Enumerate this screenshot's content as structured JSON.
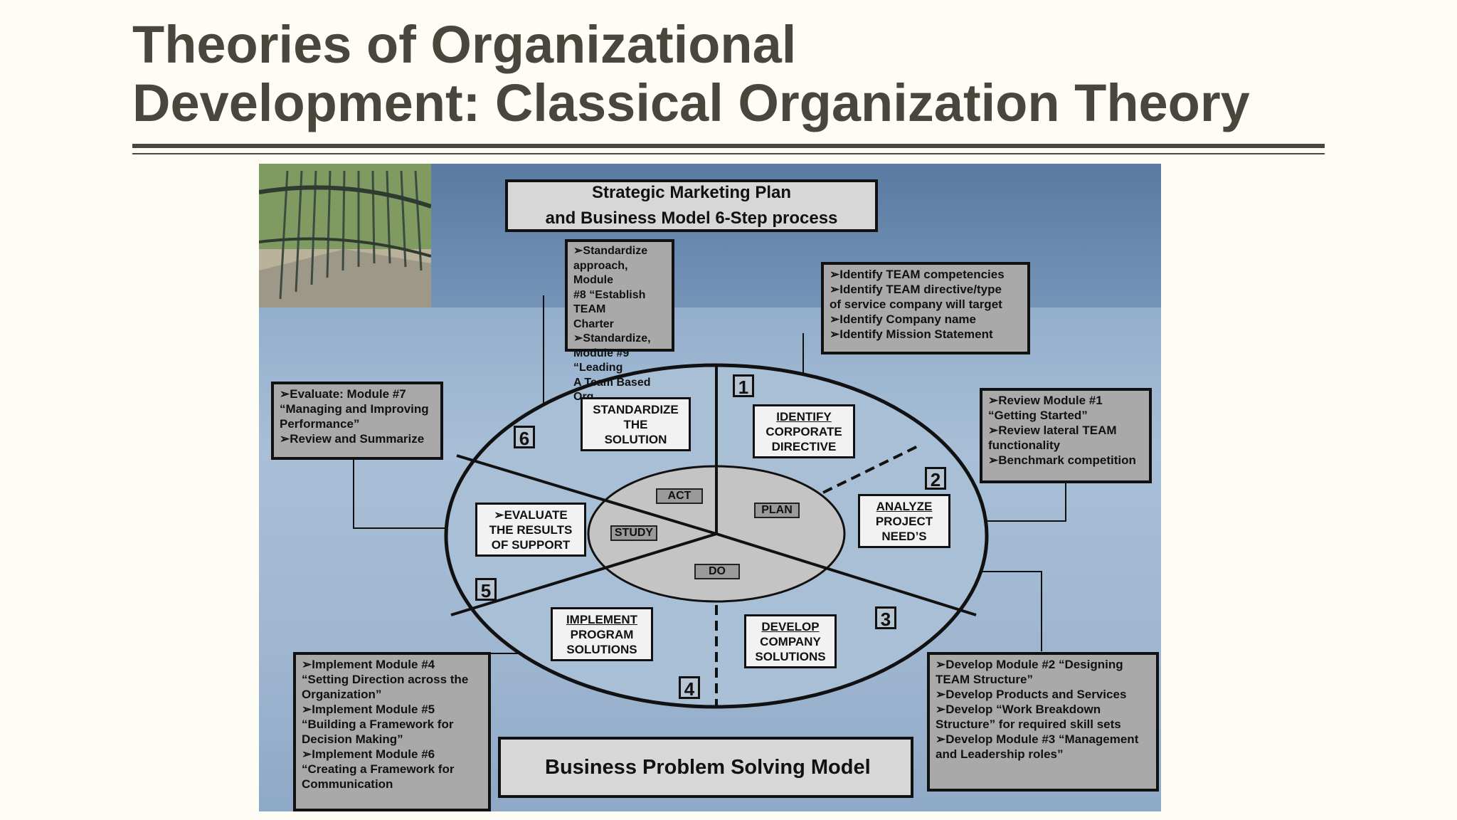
{
  "title": {
    "line1": "Theories of Organizational",
    "line2": "Development: Classical Organization Theory"
  },
  "diagram": {
    "header_line1": "Strategic Marketing Plan",
    "header_line2": "and Business Model 6-Step process",
    "footer": "Business Problem Solving Model",
    "cycle": {
      "act": "ACT",
      "plan": "PLAN",
      "study": "STUDY",
      "do": "DO"
    },
    "numbers": [
      "1",
      "2",
      "3",
      "4",
      "5",
      "6"
    ],
    "steps": {
      "identify": {
        "l1": "IDENTIFY",
        "l2": "CORPORATE",
        "l3": "DIRECTIVE"
      },
      "analyze": {
        "l1": "ANALYZE",
        "l2": "PROJECT",
        "l3": "NEED’S"
      },
      "develop": {
        "l1": "DEVELOP",
        "l2": "COMPANY",
        "l3": "SOLUTIONS"
      },
      "implement": {
        "l1": "IMPLEMENT",
        "l2": "PROGRAM",
        "l3": "SOLUTIONS"
      },
      "evaluate": {
        "l1": "➢EVALUATE",
        "l2": "THE RESULTS",
        "l3": "OF SUPPORT"
      },
      "standardize": {
        "l1": "STANDARDIZE",
        "l2": "THE",
        "l3": "SOLUTION"
      }
    },
    "notes": {
      "standardize": [
        "➢Standardize",
        "approach, Module",
        "#8 “Establish TEAM",
        "Charter",
        "➢Standardize,",
        "Module #9 “Leading",
        "A Team Based Org."
      ],
      "identify": [
        "➢Identify TEAM competencies",
        "➢Identify TEAM directive/type",
        "of service company will target",
        "➢Identify Company name",
        "➢Identify Mission Statement"
      ],
      "evaluate": [
        "➢Evaluate: Module #7",
        "“Managing and Improving",
        "Performance”",
        "➢Review and Summarize"
      ],
      "analyze": [
        "➢Review Module #1",
        "“Getting Started”",
        "➢Review lateral TEAM",
        "functionality",
        "➢Benchmark competition"
      ],
      "implement": [
        "➢Implement Module #4",
        "“Setting Direction across the",
        "Organization”",
        "➢Implement Module #5",
        "“Building a Framework for",
        "Decision Making”",
        "➢Implement Module #6",
        "“Creating a Framework for",
        "Communication"
      ],
      "develop": [
        "➢Develop Module #2 “Designing",
        "TEAM Structure”",
        "➢Develop Products and Services",
        "➢Develop “Work Breakdown",
        "Structure” for required skill sets",
        "➢Develop Module #3 “Management",
        "and Leadership roles”"
      ]
    }
  }
}
